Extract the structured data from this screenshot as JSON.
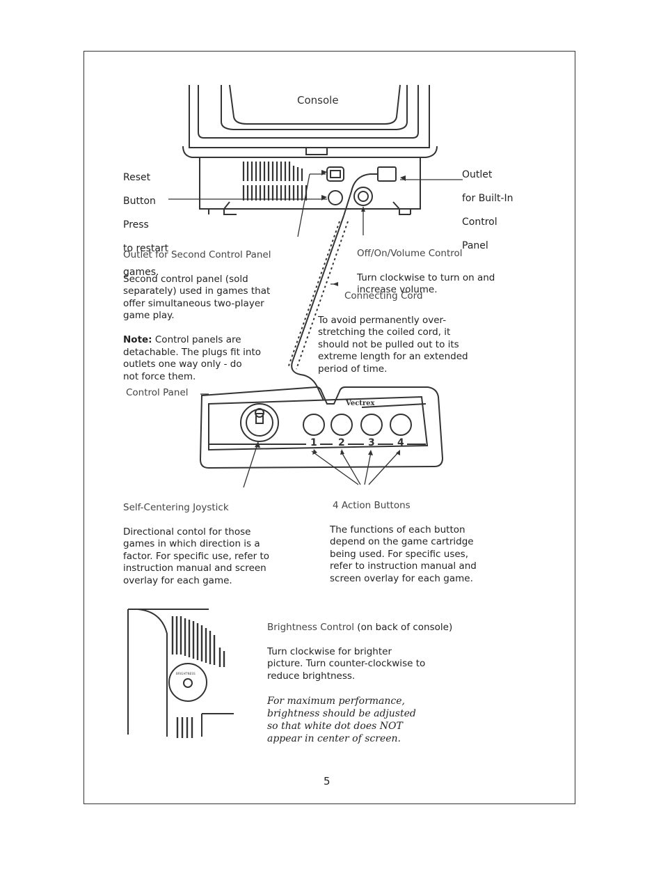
{
  "diagram": {
    "console_label": "Console",
    "brand_label": "Vectrex",
    "button_numbers": [
      "1",
      "2",
      "3",
      "4"
    ],
    "brightness_knob_label": "BRIGHTNESS"
  },
  "reset": {
    "lines": [
      "Reset",
      "Button",
      "Press",
      "to restart",
      "games."
    ]
  },
  "outlet_builtin": {
    "lines": [
      "Outlet",
      "for Built-In",
      "Control",
      "Panel"
    ]
  },
  "outlet_second": {
    "title": "Outlet for Second Control Panel",
    "body": "Second control panel (sold\nseparately) used in games that\noffer simultaneous two-player\ngame play.",
    "note_label": "Note:",
    "note_body": " Control panels are\ndetachable. The plugs fit into\noutlets one way only - do\nnot force them."
  },
  "volume": {
    "title": "Off/On/Volume Control",
    "body": "Turn clockwise to turn on and\nincrease volume."
  },
  "cord": {
    "title": "Connecting Cord",
    "body": "To avoid permanently over-\nstretching the coiled cord, it\nshould not be pulled out to its\nextreme length for an extended\nperiod of time."
  },
  "control_panel": {
    "label": "Control Panel"
  },
  "joystick": {
    "title": "Self-Centering Joystick",
    "body": "Directional contol for those\ngames in which direction is a\nfactor. For specific use, refer to\ninstruction manual and screen\noverlay for each game."
  },
  "action_buttons": {
    "title": "4 Action Buttons",
    "body": "The functions of each button\ndepend on the game cartridge\nbeing used. For specific uses,\nrefer to instruction manual and\nscreen overlay for each game."
  },
  "brightness": {
    "title": "Brightness Control",
    "title_suffix": " (on back of console)",
    "body": "Turn clockwise for brighter\npicture. Turn counter-clockwise to\nreduce brightness.",
    "italic": "For maximum performance,\nbrightness should be adjusted\nso that white dot does NOT\nappear in center of screen."
  },
  "page_number": "5"
}
